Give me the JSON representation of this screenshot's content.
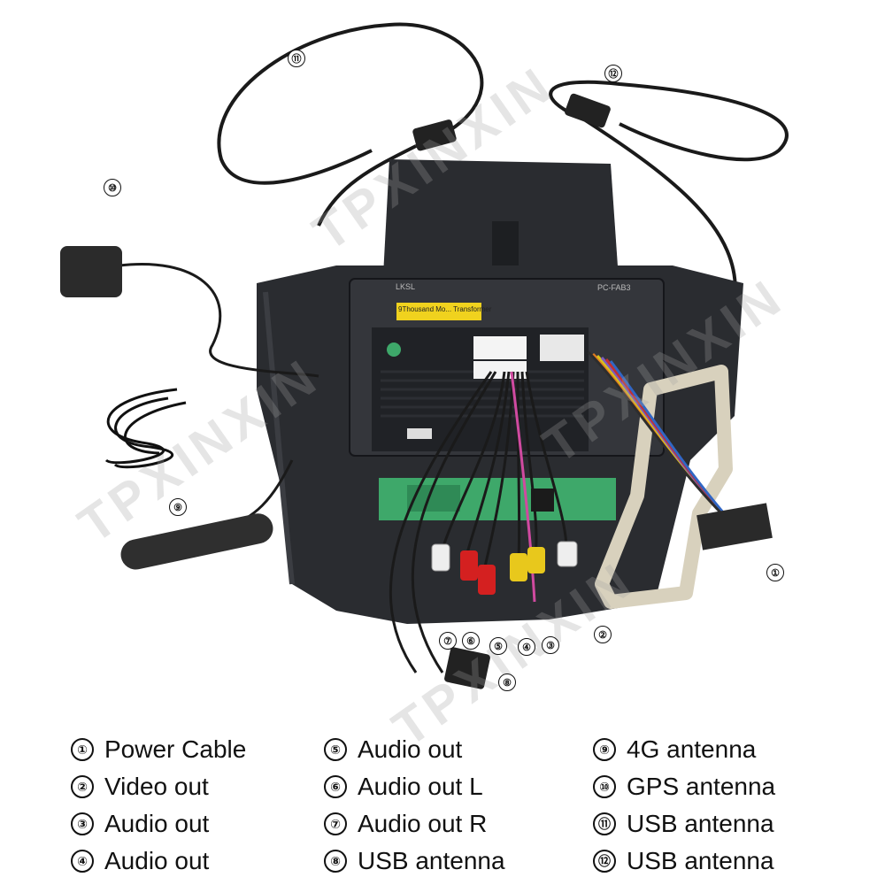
{
  "watermark": "TPXINXIN",
  "unit_labels": {
    "sticker_text": "9Thousand Mo... Transformer",
    "top_code": "PC-FAB3",
    "small_label": "LKSL"
  },
  "callouts": [
    "①",
    "②",
    "③",
    "④",
    "⑤",
    "⑥",
    "⑦",
    "⑧",
    "⑨",
    "⑩",
    "⑪",
    "⑫"
  ],
  "legend": {
    "items": [
      {
        "num": "①",
        "label": "Power Cable"
      },
      {
        "num": "②",
        "label": "Video out"
      },
      {
        "num": "③",
        "label": "Audio out"
      },
      {
        "num": "④",
        "label": "Audio out"
      },
      {
        "num": "⑤",
        "label": "Audio out"
      },
      {
        "num": "⑥",
        "label": "Audio out L"
      },
      {
        "num": "⑦",
        "label": "Audio out R"
      },
      {
        "num": "⑧",
        "label": "USB antenna"
      },
      {
        "num": "⑨",
        "label": "4G antenna"
      },
      {
        "num": "⑩",
        "label": "GPS antenna"
      },
      {
        "num": "⑪",
        "label": "USB antenna"
      },
      {
        "num": "⑫",
        "label": "USB antenna"
      }
    ]
  },
  "colors": {
    "chassis": "#2a2c30",
    "pcb": "#3ea86a",
    "bracket": "#d8d1bd",
    "rca_red": "#d42020",
    "rca_yellow": "#e8c81c",
    "rca_white": "#eeeeee",
    "sticker": "#f0d21e"
  }
}
